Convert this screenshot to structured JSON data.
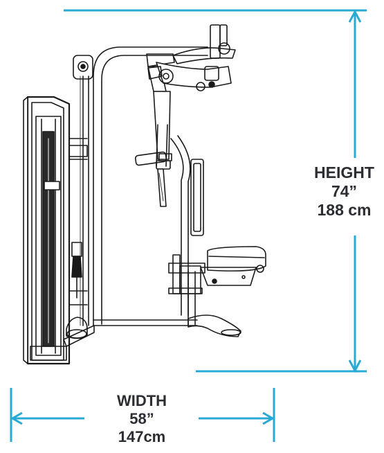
{
  "dimensions": {
    "height": {
      "label": "HEIGHT",
      "imperial": "74”",
      "metric": "188 cm"
    },
    "width": {
      "label": "WIDTH",
      "imperial": "58”",
      "metric": "147cm"
    }
  },
  "colors": {
    "dimension_line": "#29a9d6",
    "drawing_line": "#1a1a1a",
    "label_text": "#2b2d33",
    "background": "#ffffff"
  },
  "icons": [
    "pec-fly-machine-drawing",
    "dimension-arrow"
  ]
}
